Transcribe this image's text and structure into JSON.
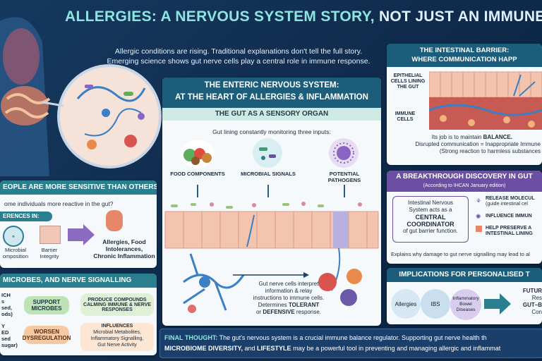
{
  "header": {
    "title_a": "ALLERGIES: A NERVOUS SYSTEM STORY, ",
    "title_b": "NOT JUST AN IMMUNE"
  },
  "intro": {
    "line1": "Allergic conditions are rising. Traditional explanations don't tell the full story.",
    "line2": "Emerging science shows gut nerve cells play a central role in immune response."
  },
  "sensitive": {
    "title": "EOPLE ARE MORE SENSITIVE THAN OTHERS",
    "lead": "ome individuals more reactive in the gut?",
    "diff": "ERENCES IN:",
    "microbial": "Microbial",
    "composition": "omposition",
    "barrier": "Barrier",
    "integrity": "Integrity",
    "out1": "Allergies, Food",
    "out2": "Intolerances,",
    "out3": "Chronic Inflammation"
  },
  "microbes": {
    "title": "MICROBES, AND NERVE SIGNALLING",
    "l1": "ICH",
    "l2": "s",
    "l3": "sed,",
    "l4": "ods)",
    "support": "SUPPORT MICROBES",
    "produce": "PRODUCE COMPOUNDS CALMING IMMUNE & NERVE RESPONSES",
    "l5": "Y",
    "l6": "ED",
    "l7": "sed",
    "l8": "sugar)",
    "worsen": "WORSEN DYSREGULATION",
    "influences": "INFLUENCES",
    "inf1": "Microbial Metabolites,",
    "inf2": "Inflammatory Signalling,",
    "inf3": "Gut Nerve Activity"
  },
  "ens": {
    "title1": "THE ENTERIC NERVOUS SYSTEM:",
    "title2": "AT THE HEART OF ALLERGIES & INFLAMMATION",
    "sub": "THE GUT AS A SENSORY ORGAN",
    "lead": "Gut lining constantly monitoring three inputs:",
    "food": "FOOD COMPONENTS",
    "microbial": "MICROBIAL SIGNALS",
    "pathogens": "POTENTIAL PATHOGENS",
    "note1": "Gut nerve cells interpret",
    "note2": "information & relay",
    "note3": "instructions to immune cells.",
    "note4": "Determines ",
    "tolerant": "TOLERANT",
    "note5": "or ",
    "defensive": "DEFENSIVE",
    "note6": " response."
  },
  "barrier": {
    "title1": "THE INTESTINAL BARRIER:",
    "title2": "WHERE COMMUNICATION HAPP",
    "epi1": "EPITHELIAL",
    "epi2": "CELLS LINING",
    "epi3": "THE GUT",
    "imm1": "IMMUNE",
    "imm2": "CELLS",
    "job": "Its job is to maintain ",
    "balance": "BALANCE.",
    "disrupt": "Disrupted communication = Inappropriate Immune",
    "strong": "(Strong reaction to harmless substances"
  },
  "breakthrough": {
    "title": "A BREAKTHROUGH DISCOVERY IN GUT",
    "sub": "(According to IHCAN January edition)",
    "l1": "Intestinal Nervous",
    "l2": "System acts as a",
    "central": "CENTRAL",
    "coordinator": "COORDINATOR",
    "l3": "of gut barrier function.",
    "r1a": "RELEASE MOLECUL",
    "r1b": "(guide intestinal cel",
    "r2": "INFLUENCE IMMUN",
    "r3a": "HELP PRESERVE A",
    "r3b": "INTESTINAL LINING",
    "foot": "Explains why damage to gut nerve signalling may lead to al"
  },
  "implications": {
    "title": "IMPLICATIONS FOR PERSONALISED T",
    "allergies": "Allergies",
    "ibs": "IBS",
    "ibd1": "Inflammatory",
    "ibd2": "Bowel",
    "ibd3": "Diseases",
    "future1": "FUTUR",
    "future2": "Res",
    "future3": "GUT–B",
    "future4": "Con"
  },
  "final": {
    "label": "FINAL THOUGHT:",
    "t1": " The gut's nervous system is a crucial immune balance regulator. Supporting gut nerve health th",
    "t2a": "MICROBIOME DIVERSITY,",
    "t2b": " and ",
    "t2c": "LIFESTYLE",
    "t2d": " may be a powerful tool in preventing and managing allergic and inflammat"
  },
  "colors": {
    "teal": "#2a7f8f",
    "purple": "#6b4fa3",
    "navy": "#1b3f6b",
    "green": "#9fd39a",
    "orange": "#f2b27b"
  }
}
